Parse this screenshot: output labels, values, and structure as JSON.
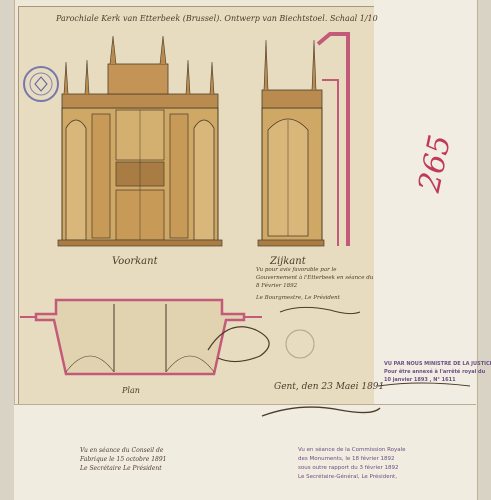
{
  "title": "Parochiale Kerk van Etterbeek (Brussel). Ontwerp van Biechtstoel. Schaal 1/10",
  "labels": {
    "front": "Voorkant",
    "side": "Zijkant",
    "plan": "Plan",
    "sheet_number": "265",
    "place_date": "Gent, den 23 Maei 1891"
  },
  "notes": {
    "approval": [
      "Vu pour avis favorable par le",
      "Gouvernement à l'Etterbeek en séance du",
      "8 Février 1892"
    ],
    "approval_sign": "Le Bourgmestre, Le Président",
    "council": [
      "Vu en séance du Conseil de",
      "Fabrique le 15 octobre 1891",
      "Le Secrétaire    Le Président"
    ],
    "commission": [
      "Vu en séance de la Commission Royale",
      "des Monuments, le 18 février 1892",
      "sous outre rapport du 3 février 1892",
      "Le Secrétaire-Général,    Le Président,"
    ]
  },
  "stamp": {
    "line1": "VU PAR NOUS MINISTRE DE LA JUSTICE",
    "line2": "Pour être annexé à l'arrêté royal du",
    "line3": "10 janvier 1893 ,  N° 1611"
  },
  "colors": {
    "ink": "#4b3b2a",
    "wood": "#c8a56a",
    "section": "#c45a7a",
    "stamp": "#6a4f86",
    "number": "#c0395a"
  }
}
